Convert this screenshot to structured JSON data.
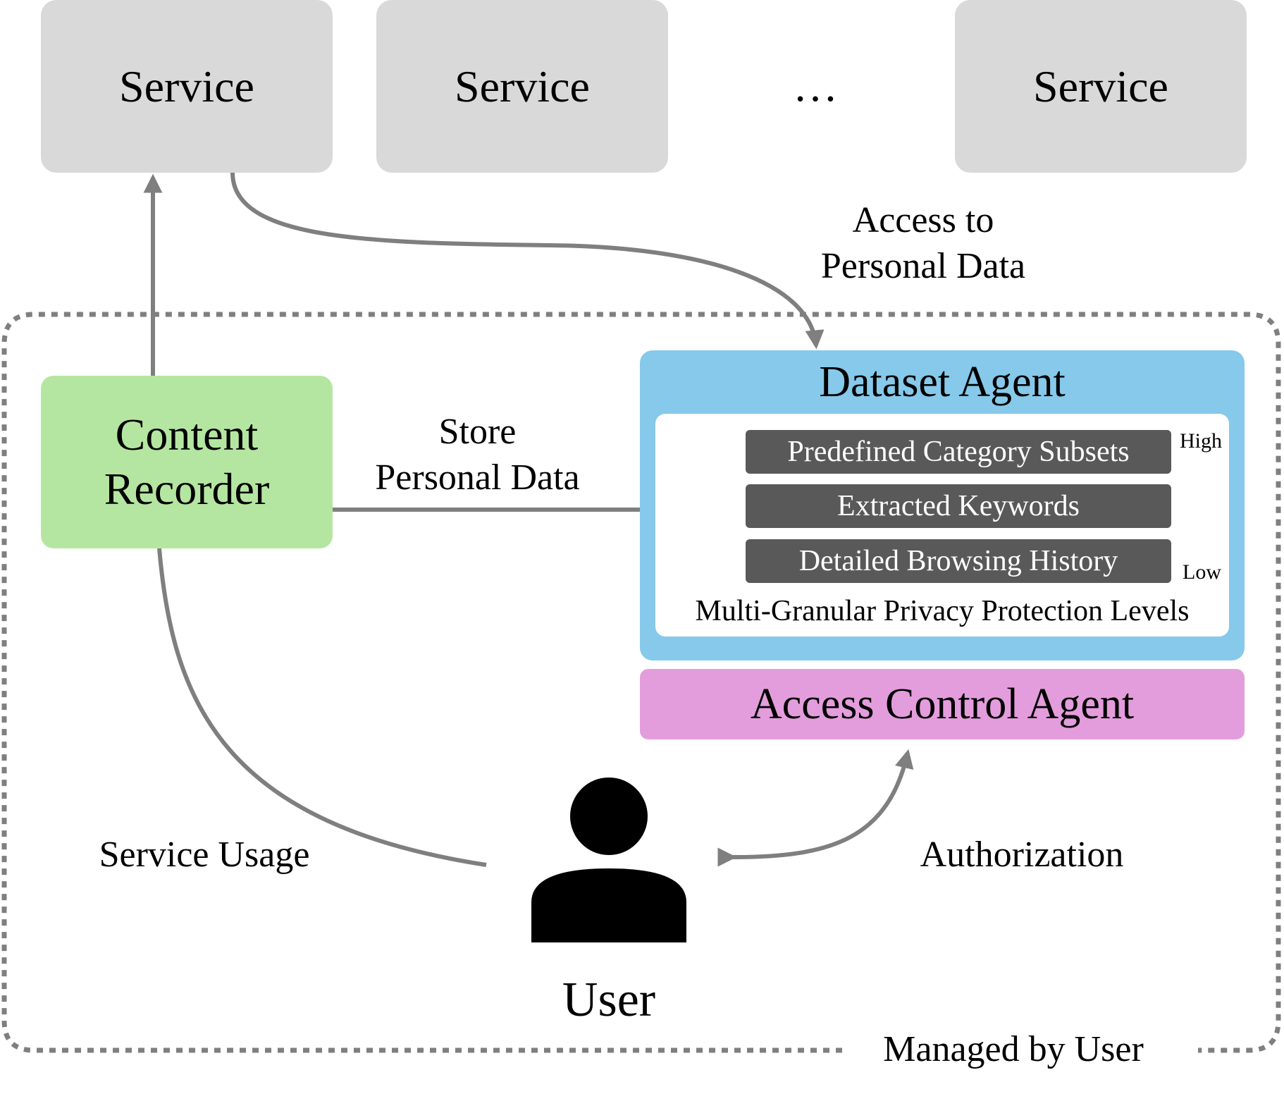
{
  "services": [
    "Service",
    "Service",
    "Service"
  ],
  "services_ellipsis": "…",
  "labels": {
    "access_to_personal_data": [
      "Access to",
      "Personal Data"
    ],
    "store_personal_data": [
      "Store",
      "Personal Data"
    ],
    "service_usage": "Service Usage",
    "authorization": "Authorization",
    "managed_by_user": "Managed by User",
    "user": "User"
  },
  "content_recorder": [
    "Content",
    "Recorder"
  ],
  "dataset_agent": {
    "title": "Dataset Agent",
    "levels": [
      "Predefined Category Subsets",
      "Extracted Keywords",
      "Detailed Browsing History"
    ],
    "levels_caption": "Multi-Granular Privacy Protection Levels",
    "scale_high": "High",
    "scale_low": "Low"
  },
  "access_control_agent": "Access Control Agent",
  "colors": {
    "service": "#d9d9d9",
    "content_recorder": "#b5e6a1",
    "dataset_agent": "#86c9ea",
    "level_box": "#595959",
    "access_control_agent": "#e39ddc",
    "arrow": "#7f7f7f",
    "boundary": "#7f7f7f"
  },
  "icons": [
    "user-person-icon",
    "high-low-arrow-icon"
  ]
}
